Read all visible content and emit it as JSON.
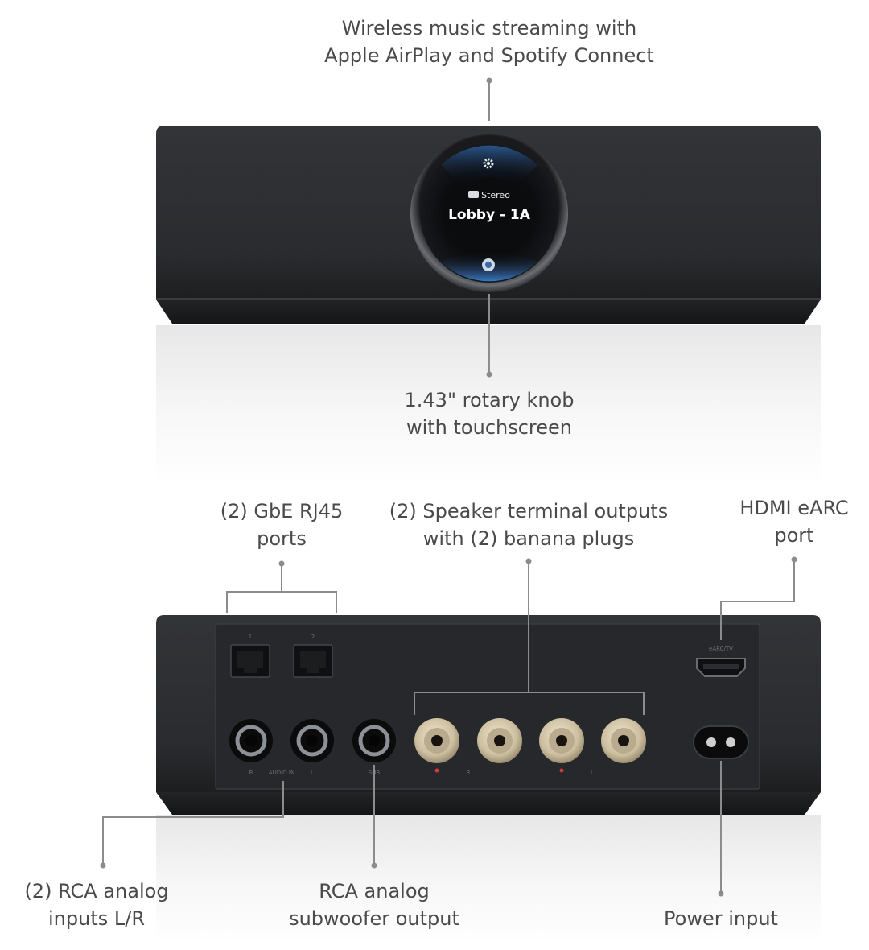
{
  "callouts": {
    "wireless": {
      "line1": "Wireless music streaming with",
      "line2": "Apple AirPlay and Spotify Connect"
    },
    "knob": {
      "line1": "1.43\" rotary knob",
      "line2": "with touchscreen"
    },
    "rj45": {
      "line1": "(2) GbE RJ45",
      "line2": "ports"
    },
    "speaker": {
      "line1": "(2) Speaker terminal outputs",
      "line2": "with (2) banana plugs"
    },
    "hdmi": {
      "line1": "HDMI eARC",
      "line2": "port"
    },
    "rca_in": {
      "line1": "(2) RCA analog",
      "line2": "inputs L/R"
    },
    "sub": {
      "line1": "RCA analog",
      "line2": "subwoofer output"
    },
    "power": {
      "line1": "Power input"
    }
  },
  "screen": {
    "mode": "Stereo",
    "zone": "Lobby - 1A"
  },
  "panel_labels": {
    "port1": "1",
    "port2": "2",
    "hdmi": "eARC/TV",
    "rca_r": "R",
    "audio_in": "AUDIO IN",
    "rca_l": "L",
    "sub": "SUB",
    "spk_r": "R",
    "spk_l": "L"
  },
  "colors": {
    "device_body": "#2a2b2d",
    "line": "#8c8c8c",
    "text": "#4a4a4a",
    "screen_accent": "#2f6fb8",
    "terminal_gold": "#d8cdb6",
    "polarity_red": "#d33a3a"
  }
}
